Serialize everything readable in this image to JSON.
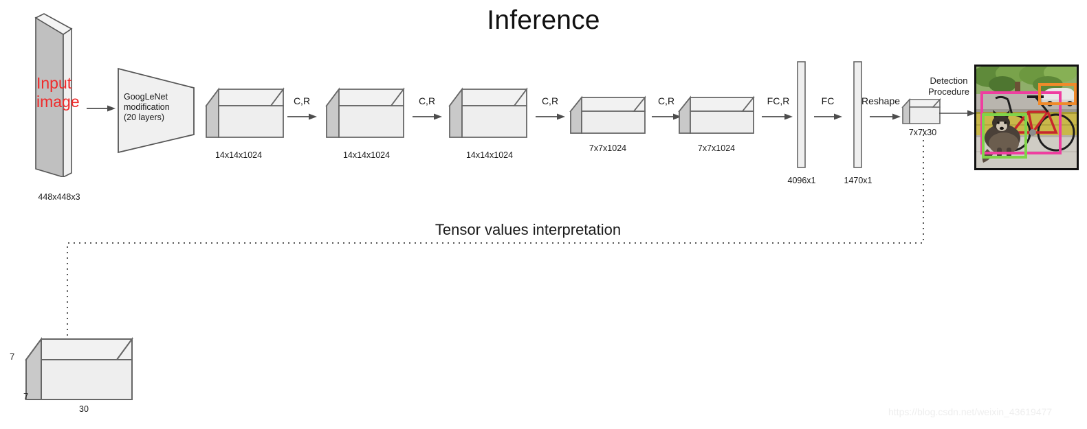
{
  "title": "Inference",
  "input": {
    "label_line1": "Input",
    "label_line2": "image",
    "dims": "448x448x3",
    "color": "#ef2b2b"
  },
  "backbone": {
    "line1": "GoogLeNet",
    "line2": "modification",
    "line3": "(20 layers)"
  },
  "blocks": [
    {
      "name": "conv-block-1",
      "dims": "14x14x1024"
    },
    {
      "name": "conv-block-2",
      "dims": "14x14x1024"
    },
    {
      "name": "conv-block-3",
      "dims": "14x14x1024"
    },
    {
      "name": "conv-block-4",
      "dims": "7x7x1024"
    },
    {
      "name": "conv-block-5",
      "dims": "7x7x1024"
    }
  ],
  "fc_layers": [
    {
      "name": "fc-4096",
      "dims": "4096x1"
    },
    {
      "name": "fc-1470",
      "dims": "1470x1"
    }
  ],
  "output_tensor": {
    "dims": "7x7x30"
  },
  "arrows": [
    {
      "label": "",
      "name": "arrow-input-to-backbone"
    },
    {
      "label": "C,R",
      "name": "arrow-cr-1"
    },
    {
      "label": "C,R",
      "name": "arrow-cr-2"
    },
    {
      "label": "C,R",
      "name": "arrow-cr-3"
    },
    {
      "label": "C,R",
      "name": "arrow-cr-4"
    },
    {
      "label": "FC,R",
      "name": "arrow-fcr"
    },
    {
      "label": "FC",
      "name": "arrow-fc"
    },
    {
      "label": "Reshape",
      "name": "arrow-reshape"
    }
  ],
  "detection": {
    "line1": "Detection",
    "line2": "Procedure"
  },
  "tensor_interpretation": {
    "caption": "Tensor values interpretation",
    "height_label": "7",
    "depth_label": "7",
    "width_label": "30"
  },
  "watermark": "https://blog.csdn.net/weixin_43619477",
  "colors": {
    "cube_front": "#eeeeee",
    "cube_top": "#f2f2f2",
    "cube_side": "#c9c9c9",
    "stroke": "#666666",
    "input_face": "#c0c0c0",
    "box_pink": "#ef3ea0",
    "box_green": "#7fd44a",
    "box_orange": "#f08a2a"
  }
}
